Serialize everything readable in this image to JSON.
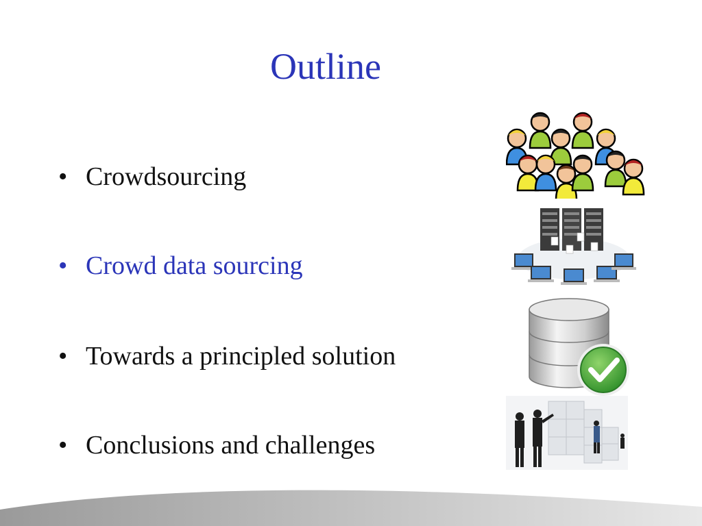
{
  "slide": {
    "title": "Outline",
    "bullets": [
      {
        "text": "Crowdsourcing",
        "highlighted": false
      },
      {
        "text": "Crowd data sourcing",
        "highlighted": true
      },
      {
        "text": "Towards a principled solution",
        "highlighted": false
      },
      {
        "text": "Conclusions and challenges",
        "highlighted": false
      }
    ],
    "bullet_glyph": "•"
  },
  "colors": {
    "title": "#2b35b8",
    "text": "#111111",
    "highlight": "#2b35b8",
    "footer_dark": "#9a9a9a",
    "footer_light": "#e8e8e8"
  },
  "illustrations": [
    {
      "name": "crowd-illustration"
    },
    {
      "name": "network-servers-illustration"
    },
    {
      "name": "database-check-illustration"
    },
    {
      "name": "puzzle-team-illustration"
    }
  ]
}
